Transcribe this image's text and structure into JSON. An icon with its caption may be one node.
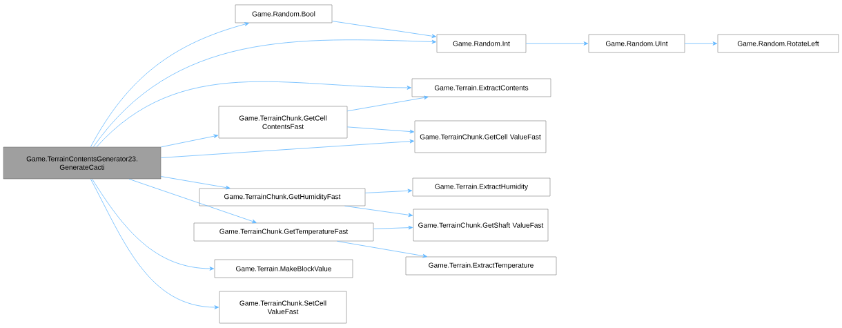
{
  "diagram": {
    "nodes": [
      {
        "text": [
          "Game.TerrainContentsGenerator23. GenerateCacti"
        ]
      },
      {
        "text": [
          "Game.Random.Bool"
        ]
      },
      {
        "text": [
          "Game.Random.Int"
        ]
      },
      {
        "text": [
          "Game.Random.UInt"
        ]
      },
      {
        "text": [
          "Game.Random.RotateLeft"
        ]
      },
      {
        "text": [
          "Game.Terrain.ExtractContents"
        ]
      },
      {
        "text": [
          "Game.TerrainChunk.GetCell ContentsFast"
        ]
      },
      {
        "text": [
          "Game.TerrainChunk.GetCell ValueFast"
        ]
      },
      {
        "text": [
          "Game.TerrainChunk.GetHumidityFast"
        ]
      },
      {
        "text": [
          "Game.Terrain.ExtractHumidity"
        ]
      },
      {
        "text": [
          "Game.TerrainChunk.GetShaft ValueFast"
        ]
      },
      {
        "text": [
          "Game.TerrainChunk.GetTemperatureFast"
        ]
      },
      {
        "text": [
          "Game.Terrain.ExtractTemperature"
        ]
      },
      {
        "text": [
          "Game.Terrain.MakeBlockValue"
        ]
      },
      {
        "text": [
          "Game.TerrainChunk.SetCell ValueFast"
        ]
      }
    ],
    "edges": [
      {
        "from": 0,
        "to": 1,
        "arrow": "to"
      },
      {
        "from": 0,
        "to": 2,
        "arrow": "to"
      },
      {
        "from": 0,
        "to": 5,
        "arrow": "to"
      },
      {
        "from": 0,
        "to": 6,
        "arrow": "to"
      },
      {
        "from": 0,
        "to": 7,
        "arrow": "to"
      },
      {
        "from": 0,
        "to": 8,
        "arrow": "to"
      },
      {
        "from": 0,
        "to": 11,
        "arrow": "to"
      },
      {
        "from": 0,
        "to": 13,
        "arrow": "to"
      },
      {
        "from": 0,
        "to": 14,
        "arrow": "to"
      },
      {
        "from": 1,
        "to": 2,
        "arrow": "to"
      },
      {
        "from": 2,
        "to": 3,
        "arrow": "to"
      },
      {
        "from": 3,
        "to": 4,
        "arrow": "to"
      },
      {
        "from": 6,
        "to": 5,
        "arrow": "to"
      },
      {
        "from": 6,
        "to": 7,
        "arrow": "to"
      },
      {
        "from": 8,
        "to": 9,
        "arrow": "to"
      },
      {
        "from": 8,
        "to": 10,
        "arrow": "to"
      },
      {
        "from": 11,
        "to": 10,
        "arrow": "to"
      },
      {
        "from": 11,
        "to": 12,
        "arrow": "to"
      }
    ]
  }
}
